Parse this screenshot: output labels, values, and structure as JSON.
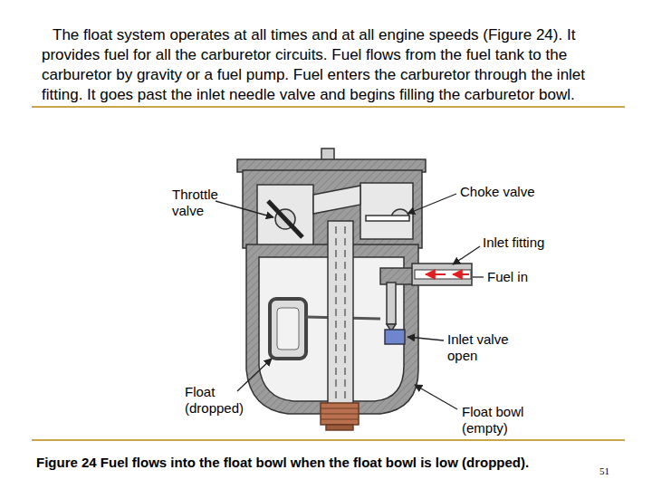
{
  "diagram": {
    "caption": "Figure 24 Fuel flows into the float bowl when the float bowl is low (dropped).",
    "labels": [
      "The float system operates at all times and at all engine speeds (Figure 24). It provides fuel for all the carburetor circuits. Fuel flows from the fuel tank to the carburetor by gravity or a fuel pump. Fuel enters the carburetor through the inlet fitting. It goes past the inlet needle valve and begins filling the carburetor bowl.",
      "Throttle valve",
      "Choke valve",
      "Inlet fitting",
      "Fuel in",
      "Inlet valve open",
      "Float (dropped)",
      "Float bowl (empty)",
      "51"
    ]
  }
}
